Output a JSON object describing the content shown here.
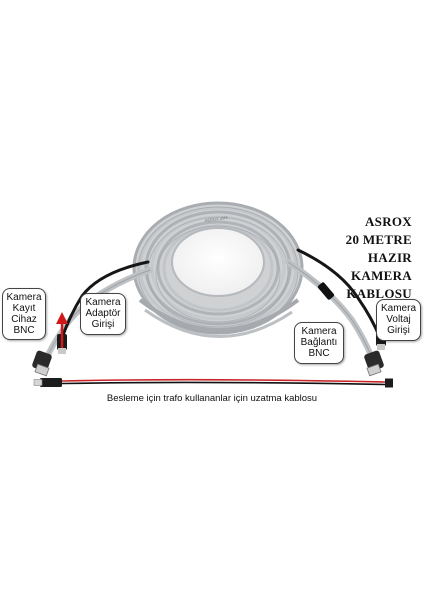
{
  "title_lines": [
    "ASROX",
    "20 METRE",
    "HAZIR",
    "KAMERA",
    "KABLOSU"
  ],
  "labels": {
    "recorder_bnc": [
      "Kamera",
      "Kayıt",
      "Cihaz",
      "BNC"
    ],
    "adapter_input": [
      "Kamera",
      "Adaptör",
      "Girişi"
    ],
    "camera_bnc": [
      "Kamera",
      "Bağlantı",
      "BNC"
    ],
    "voltage_input": [
      "Kamera",
      "Voltaj",
      "Girişi"
    ]
  },
  "caption": "Besleme için trafo kullananlar için uzatma kablosu",
  "colors": {
    "cable": "#b9bcbf",
    "accent_arrow": "#d01818",
    "wire_red": "#c8242a",
    "wire_black": "#111111"
  }
}
